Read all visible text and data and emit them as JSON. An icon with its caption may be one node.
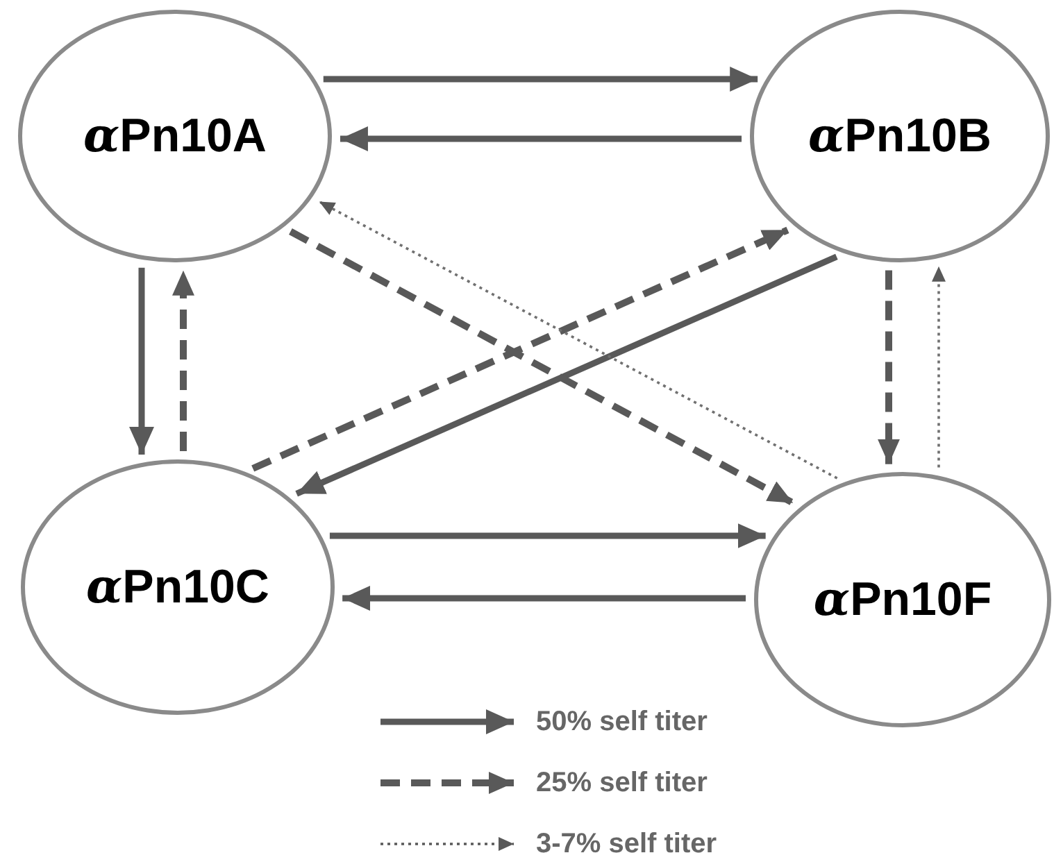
{
  "diagram": {
    "nodes": [
      {
        "text": [
          "αPn10A"
        ]
      },
      {
        "text": [
          "αPn10B"
        ]
      },
      {
        "text": [
          "αPn10C"
        ]
      },
      {
        "text": [
          "αPn10F"
        ]
      }
    ],
    "edges": [
      {
        "from": 0,
        "to": 1,
        "arrow": "to"
      },
      {
        "from": 1,
        "to": 0,
        "arrow": "to"
      },
      {
        "from": 0,
        "to": 2,
        "arrow": "to"
      },
      {
        "from": 2,
        "to": 0,
        "arrow": "to",
        "style": "dashed"
      },
      {
        "from": 2,
        "to": 1,
        "arrow": "to",
        "style": "dashed"
      },
      {
        "from": 1,
        "to": 2,
        "arrow": "to"
      },
      {
        "from": 0,
        "to": 3,
        "arrow": "to",
        "style": "dashed"
      },
      {
        "from": 3,
        "to": 0,
        "arrow": "to",
        "style": "dashed",
        "color": "#707070"
      },
      {
        "from": 1,
        "to": 3,
        "arrow": "to",
        "style": "dashed"
      },
      {
        "from": 3,
        "to": 1,
        "arrow": "to",
        "style": "dashed",
        "color": "#707070"
      },
      {
        "from": 2,
        "to": 3,
        "arrow": "to"
      },
      {
        "from": 3,
        "to": 2,
        "arrow": "to"
      }
    ],
    "legend": [
      {
        "text": "50% self titer"
      },
      {
        "text": "25% self titer"
      },
      {
        "text": "3-7% self titer"
      }
    ]
  }
}
